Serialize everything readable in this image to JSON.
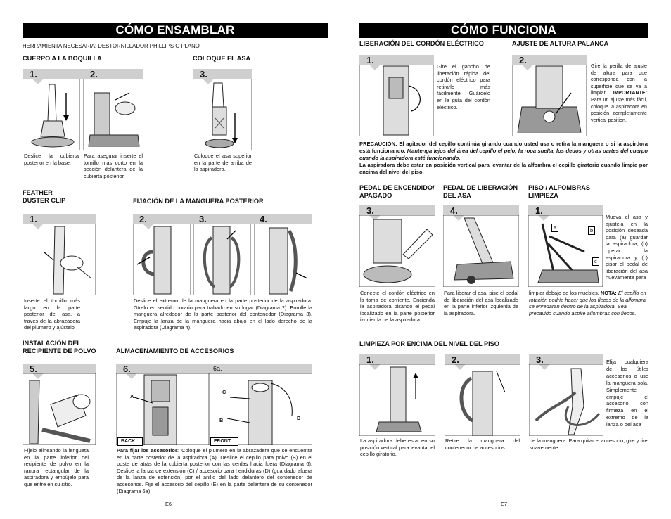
{
  "left": {
    "banner": "CÓMO ENSAMBLAR",
    "tools": "HERRAMIENTA NECESARIA: DESTORNILLADOR PHILLIPS O PLANO",
    "cuerpo": {
      "heading": "CUERPO A LA BOQUILLA",
      "step1": "1.",
      "step2": "2.",
      "caption1": "Deslice la cubierta posterior en la base.",
      "caption2": "Para asegurar inserte el tornillo más corto en la sección delantera de la cubierta posterior."
    },
    "asa": {
      "heading": "COLOQUE EL ASA",
      "step3": "3.",
      "caption": "Coloque el asa superior en la parte de arriba de la aspiradora."
    },
    "feather": {
      "heading": "FEATHER DUSTER CLIP",
      "step": "1.",
      "caption": "Inserte el tornillo más largo en la parte posterior del asa, a través de la abrazadera del plumero y ajústelo"
    },
    "manguera": {
      "heading": "FIJACIÓN DE LA MANGUERA POSTERIOR",
      "step2": "2.",
      "step3": "3.",
      "step4": "4.",
      "caption": "Deslice el extremo de la manguera en la parte posterior de la aspiradora. Gírelo en sentido horario para trabarlo en su lugar (Diagrama 2). Enrolle la manguera alrededor de la parte posterior del contenedor (Diagrama 3). Empuje la lanza de la manguera hacia abajo en el lado derecho de la aspiradora (Diagrama 4)."
    },
    "polvo": {
      "heading": "INSTALACIÓN DEL RECIPIENTE DE POLVO",
      "step": "5.",
      "caption": "Fíjelo alineando la lengüeta en la parte inferior del recipiente de polvo en la ranura rectangular de la aspiradora y empújelo para que entre en su sitio."
    },
    "accesorios": {
      "heading": "ALMACENAMIENTO DE ACCESORIOS",
      "step": "6.",
      "step_a": "6a.",
      "label_back": "BACK",
      "label_front": "FRONT",
      "letter_a": "A",
      "letter_b": "B",
      "letter_c": "C",
      "letter_d": "D",
      "caption_bold": "Para fijar los accesorios:",
      "caption": "Coloque el plumero en la abrazadera que se encuentra en la parte posterior de la aspiradora (A). Deslice el cepillo para polvo (B) en el poste de atrás de la cubierta posterior con las cerdas hacia fuera (Diagrama 6). Deslice la lanza de extensión (C) / accesorio para hendiduras (D) (guardado afuera de la lanza de extensión) por el anillo del lado delantero del contenedor de accesorios. Fije el accesorio del cepillo (E) en la parte delantera de su contenedor (Diagrama 6a)."
    },
    "page": "E6"
  },
  "right": {
    "banner": "CÓMO FUNCIONA",
    "cordon": {
      "heading": "LIBERACIÓN DEL CORDÓN ELÉCTRICO",
      "step": "1.",
      "caption": "Gire el gancho de liberación rápida del cordón eléctrico para retirarlo más fácilmente. Guárdelo en la guía del cordón eléctrico."
    },
    "altura": {
      "heading": "AJUSTE DE ALTURA PALANCA",
      "step": "2.",
      "caption": "Gire la perilla de ajuste de altura para que corresponda con la superficie que se va a limpiar.",
      "caption_bold": "IMPORTANTE:",
      "caption2": "Para un ajuste más fácil, coloque la aspiradora en posición completamente vertical position."
    },
    "precaucion": {
      "bold": "PRECAUCIÓN:",
      "text": "El agitador del cepillo continúa girando cuando usted usa o retira la manguera o si la aspirdora está funcionando.",
      "italic": "Mantenga lejos del área del cepillo el pelo, la ropa suelta, los dedos y otras partes del cuerpo cuando la aspiradora esté funcionando.",
      "line2": "La aspiradora debe estar en posición vertical para levantar de la alfombra el cepillo giratorio cuando limpie por encima del nivel del piso."
    },
    "pedal": {
      "heading": "PEDAL DE ENCENDIDO/ APAGADO",
      "step": "3.",
      "caption": "Conecte el cordón eléctrico en la toma de corriente. Encienda la aspiradora pisando el pedal localizado en la parte posterior izquierda de la aspiradora."
    },
    "asa": {
      "heading": "PEDAL DE LIBERACIÓN DEL ASA",
      "step": "4.",
      "caption": "Para liberar el asa, pise el pedal de liberación del asa localizado en la parte inferior izquierda de la aspiradora."
    },
    "piso": {
      "heading": "PISO / ALFOMBRAS LIMPIEZA",
      "step": "1.",
      "letter_a": "a",
      "letter_b": "b",
      "letter_c": "c",
      "caption": "Mueva el asa y ajústela en la posición deseada para (a) guardar la aspiradora, (b) operar la aspiradora y (c) pisar el pedal de liberación del asa nuevamente para",
      "caption_cont": "limpiar debajo de los muebles.",
      "note_bold": "NOTA:",
      "note_italic": "El cepillo en rotación podría hacer que los flecos de la alfombra se enredaran dentro de la aspiradora. Sea precavido cuando aspire alfombras con flecos."
    },
    "nivel": {
      "heading": "LIMPIEZA POR ENCIMA DEL NIVEL DEL PISO",
      "step1": "1.",
      "step2": "2.",
      "step3": "3.",
      "caption1": "La aspiradora debe estar en su posición vertical para levantar el cepillo giratorio.",
      "caption2": "Retire la manguera del contenedor de accesorios.",
      "caption3": "Elija cualquiera de los útiles accesorios o use la manguera sola. Simplemente empuje el accesorio con firmeza en el extremo de la lanza o del asa",
      "caption3_cont": "de la manguera. Para quitar el accesorio, gire y tire suavemente."
    },
    "page": "E7"
  }
}
